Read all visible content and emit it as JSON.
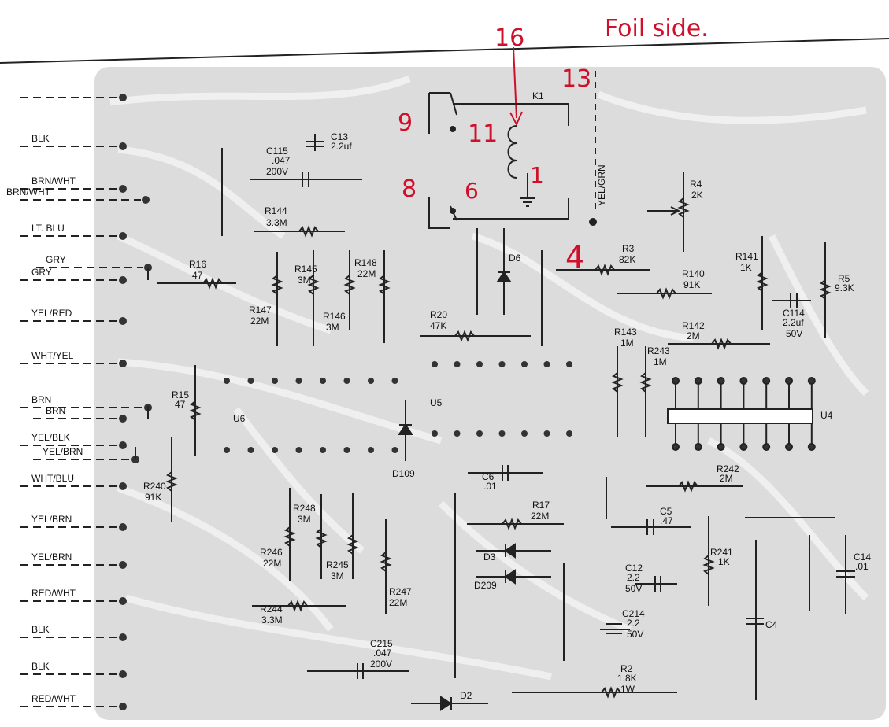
{
  "annotations": {
    "foil_side": "Foil side.",
    "pin16": "16",
    "pin13": "13",
    "pin9": "9",
    "pin11": "11",
    "pin8": "8",
    "pin6": "6",
    "pin1": "1",
    "pin4": "4"
  },
  "wires": [
    {
      "label": "",
      "dot": true
    },
    {
      "label": "BLK",
      "dot": true
    },
    {
      "label": "BRN/WHT",
      "dot": true
    },
    {
      "label": "BRN/WHT",
      "dot": true
    },
    {
      "label": "LT. BLU",
      "dot": true
    },
    {
      "label": "GRY",
      "dot": true
    },
    {
      "label": "GRY",
      "dot": true
    },
    {
      "label": "YEL/RED",
      "dot": true
    },
    {
      "label": "WHT/YEL",
      "dot": true
    },
    {
      "label": "BRN",
      "dot": true
    },
    {
      "label": "BRN",
      "dot": true
    },
    {
      "label": "YEL/BLK",
      "dot": true
    },
    {
      "label": "YEL/BRN",
      "dot": true
    },
    {
      "label": "WHT/BLU",
      "dot": true
    },
    {
      "label": "YEL/BRN",
      "dot": true
    },
    {
      "label": "YEL/BRN",
      "dot": true
    },
    {
      "label": "RED/WHT",
      "dot": true
    },
    {
      "label": "BLK",
      "dot": true
    },
    {
      "label": "BLK",
      "dot": true
    },
    {
      "label": "RED/WHT",
      "dot": true
    }
  ],
  "components": {
    "k1": "K1",
    "yel_grn": "YEL/GRN",
    "c13_name": "C13",
    "c13_val": "2.2uf",
    "c115_name": "C115",
    "c115_v1": ".047",
    "c115_v2": "200V",
    "r144_name": "R144",
    "r144_val": "3.3M",
    "r16_name": "R16",
    "r16_val": "47",
    "r145_name": "R145",
    "r145_val": "3M",
    "r148_name": "R148",
    "r148_val": "22M",
    "r147_name": "R147",
    "r147_val": "22M",
    "r146_name": "R146",
    "r146_val": "3M",
    "d6": "D6",
    "r20_name": "R20",
    "r20_val": "47K",
    "r4_name": "R4",
    "r4_val": "2K",
    "r3_name": "R3",
    "r3_val": "82K",
    "r141_name": "R141",
    "r141_val": "1K",
    "r140_name": "R140",
    "r140_val": "91K",
    "r5_name": "R5",
    "r5_val": "9.3K",
    "c114_name": "C114",
    "c114_v1": "2.2uf",
    "c114_v2": "50V",
    "r143_name": "R143",
    "r143_val": "1M",
    "r142_name": "R142",
    "r142_val": "2M",
    "r243_name": "R243",
    "r243_val": "1M",
    "r15_name": "R15",
    "r15_val": "47",
    "u6": "U6",
    "u5": "U5",
    "u4": "U4",
    "d109": "D109",
    "r240_name": "R240",
    "r240_val": "91K",
    "c6_name": "C6",
    "c6_val": ".01",
    "r242_name": "R242",
    "r242_val": "2M",
    "r248_name": "R248",
    "r248_val": "3M",
    "r17_name": "R17",
    "r17_val": "22M",
    "c5_name": "C5",
    "c5_val": ".47",
    "r246_name": "R246",
    "r246_val": "22M",
    "r245_name": "R245",
    "r245_val": "3M",
    "d3": "D3",
    "r241_name": "R241",
    "r241_val": "1K",
    "c12_name": "C12",
    "c12_v1": "2.2",
    "c12_v2": "50V",
    "c14_name": "C14",
    "c14_val": ".01",
    "d209": "D209",
    "r247_name": "R247",
    "r247_val": "22M",
    "r244_name": "R244",
    "r244_val": "3.3M",
    "c214_name": "C214",
    "c214_v1": "2.2",
    "c214_v2": "50V",
    "c4": "C4",
    "c215_name": "C215",
    "c215_v1": ".047",
    "c215_v2": "200V",
    "r2_name": "R2",
    "r2_v1": "1.8K",
    "r2_v2": "1W",
    "d2": "D2"
  }
}
